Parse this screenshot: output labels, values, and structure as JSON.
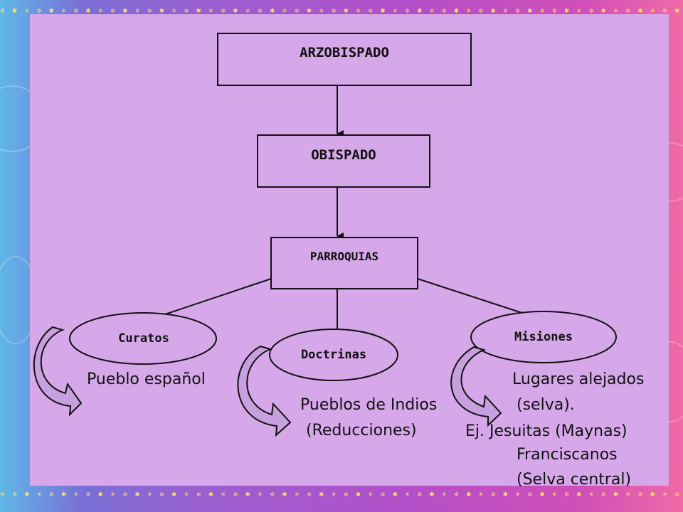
{
  "diagram": {
    "nodes": {
      "arzobispado": "ARZOBISPADO",
      "obispado": "OBISPADO",
      "parroquias": "PARROQUIAS",
      "curatos": "Curatos",
      "doctrinas": "Doctrinas",
      "misiones": "Misiones"
    },
    "descriptions": {
      "curatos": "Pueblo español",
      "doctrinas_line1": "Pueblos de Indios",
      "doctrinas_line2": "(Reducciones)",
      "misiones_line1": "Lugares alejados",
      "misiones_line2": "(selva).",
      "misiones_line3": "Ej. Jesuitas  (Maynas)",
      "misiones_line4": "Franciscanos",
      "misiones_line5": "(Selva central)"
    }
  },
  "colors": {
    "panel": "#d6a8ea",
    "ink": "#111111",
    "arrow_fill": "#c8a0e0"
  }
}
